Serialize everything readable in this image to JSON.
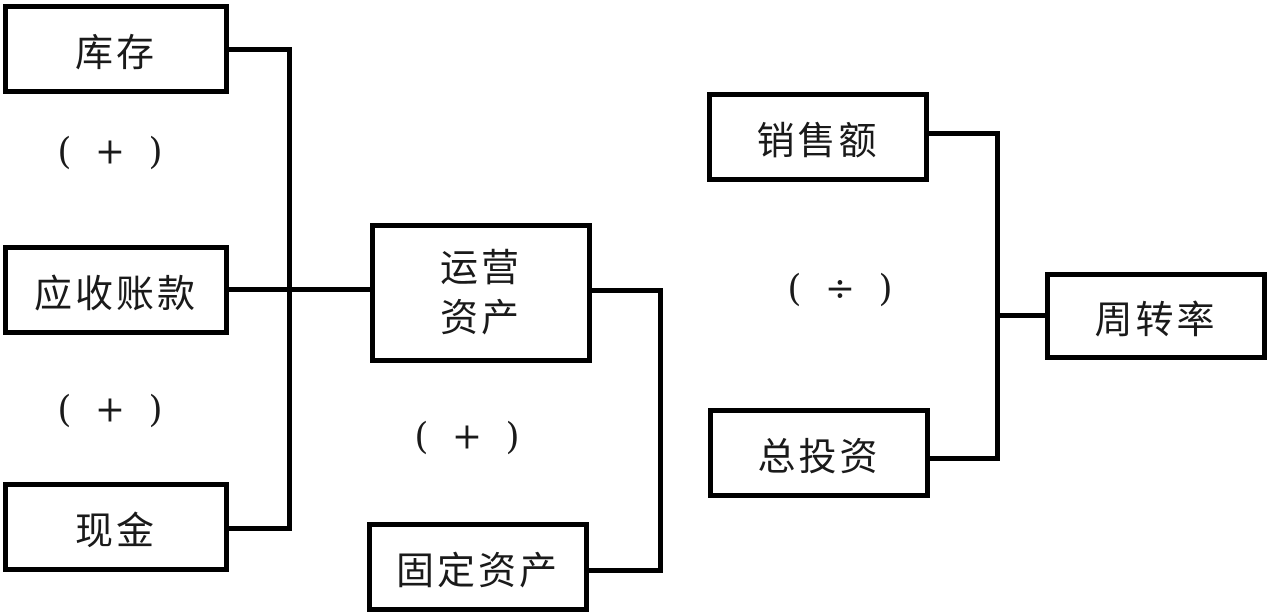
{
  "colors": {
    "background": "#ffffff",
    "line": "#000000",
    "text": "#1a1a1a"
  },
  "boxes": {
    "inventory": {
      "label": "库存"
    },
    "receivables": {
      "label": "应收账款"
    },
    "cash": {
      "label": "现金"
    },
    "operating_assets": {
      "line1": "运营",
      "line2": "资产"
    },
    "fixed_assets": {
      "label": "固定资产"
    },
    "sales": {
      "label": "销售额"
    },
    "total_investment": {
      "label": "总投资"
    },
    "turnover": {
      "label": "周转率"
    }
  },
  "operators": {
    "plus_inventory_receivables": "( + )",
    "plus_receivables_cash": "( + )",
    "plus_operating_fixed": "( + )",
    "divide_sales_investment": "( ÷ )"
  }
}
